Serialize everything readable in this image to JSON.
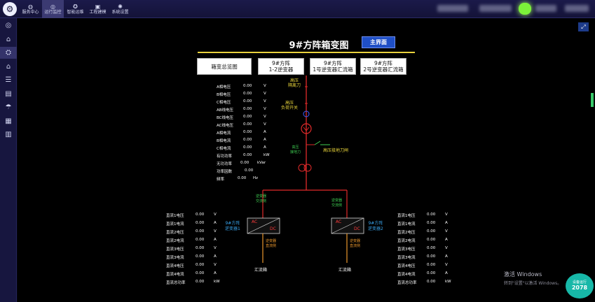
{
  "topbar": {
    "logo": "⚙",
    "nav": [
      {
        "label": "服务中心",
        "icon": "◍"
      },
      {
        "label": "运行监控",
        "icon": "◎"
      },
      {
        "label": "智能运维",
        "icon": "✪"
      },
      {
        "label": "工程建模",
        "icon": "▣"
      },
      {
        "label": "系统设置",
        "icon": "✺"
      }
    ],
    "active_index": 1,
    "status_color": "#7cf23a"
  },
  "sidebar": {
    "icons": [
      "◎",
      "⌂",
      "⛭",
      "⌂",
      "☰",
      "▤",
      "☂",
      "▦",
      "▥"
    ],
    "active_index": 2
  },
  "main": {
    "title": "9#方阵箱变图",
    "main_button": "主界面",
    "nav_buttons": [
      {
        "line1": "箱变总览图",
        "line2": ""
      },
      {
        "line1": "9#方阵",
        "line2": "1-2逆变器"
      },
      {
        "line1": "9#方阵",
        "line2": "1号逆变器汇流箱"
      },
      {
        "line1": "9#方阵",
        "line2": "2号逆变器汇流箱"
      }
    ],
    "expand_icon": "⤢"
  },
  "left_table": {
    "rows": [
      {
        "label": "A相电压",
        "value": "0.00",
        "unit": "V"
      },
      {
        "label": "B相电压",
        "value": "0.00",
        "unit": "V"
      },
      {
        "label": "C相电压",
        "value": "0.00",
        "unit": "V"
      },
      {
        "label": "AB线电压",
        "value": "0.00",
        "unit": "V"
      },
      {
        "label": "BC线电压",
        "value": "0.00",
        "unit": "V"
      },
      {
        "label": "AC线电压",
        "value": "0.00",
        "unit": "V"
      },
      {
        "label": "A相电流",
        "value": "0.00",
        "unit": "A"
      },
      {
        "label": "B相电流",
        "value": "0.00",
        "unit": "A"
      },
      {
        "label": "C相电流",
        "value": "0.00",
        "unit": "A"
      },
      {
        "label": "有功功率",
        "value": "0.00",
        "unit": "kW"
      },
      {
        "label": "无功功率",
        "value": "0.00",
        "unit": "kVar"
      },
      {
        "label": "功率因数",
        "value": "0.00",
        "unit": ""
      },
      {
        "label": "频率",
        "value": "0.00",
        "unit": "Hz"
      }
    ]
  },
  "dc_left": {
    "rows": [
      {
        "label": "直流1电压",
        "value": "0.00",
        "unit": "V"
      },
      {
        "label": "直流1电流",
        "value": "0.00",
        "unit": "A"
      },
      {
        "label": "直流2电压",
        "value": "0.00",
        "unit": "V"
      },
      {
        "label": "直流2电流",
        "value": "0.00",
        "unit": "A"
      },
      {
        "label": "直流3电压",
        "value": "0.00",
        "unit": "V"
      },
      {
        "label": "直流3电流",
        "value": "0.00",
        "unit": "A"
      },
      {
        "label": "直流4电压",
        "value": "0.00",
        "unit": "V"
      },
      {
        "label": "直流4电流",
        "value": "0.00",
        "unit": "A"
      },
      {
        "label": "直流总功率",
        "value": "0.00",
        "unit": "kW"
      }
    ]
  },
  "dc_right": {
    "rows": [
      {
        "label": "直流1电压",
        "value": "0.00",
        "unit": "V"
      },
      {
        "label": "直流1电流",
        "value": "0.00",
        "unit": "A"
      },
      {
        "label": "直流2电压",
        "value": "0.00",
        "unit": "V"
      },
      {
        "label": "直流2电流",
        "value": "0.00",
        "unit": "A"
      },
      {
        "label": "直流3电压",
        "value": "0.00",
        "unit": "V"
      },
      {
        "label": "直流3电流",
        "value": "0.00",
        "unit": "A"
      },
      {
        "label": "直流4电压",
        "value": "0.00",
        "unit": "V"
      },
      {
        "label": "直流4电流",
        "value": "0.00",
        "unit": "A"
      },
      {
        "label": "直流总功率",
        "value": "0.00",
        "unit": "kW"
      }
    ]
  },
  "diagram": {
    "hv_switch": {
      "l1": "高压",
      "l2": "隔离刀"
    },
    "load_switch": {
      "l1": "高压",
      "l2": "负荷开关"
    },
    "grounding_left": {
      "l1": "高压",
      "l2": "接地刀"
    },
    "grounding_right": "高压接地刀闸",
    "inverter_left": {
      "l1": "9#方阵",
      "l2": "逆变器1"
    },
    "inverter_right": {
      "l1": "9#方阵",
      "l2": "逆变器2"
    },
    "ac_switch": {
      "l1": "逆变器",
      "l2": "交流侧"
    },
    "dc_switch": {
      "l1": "逆变器",
      "l2": "直流侧"
    },
    "ac": "AC",
    "dc": "DC",
    "combiner": "汇流箱"
  },
  "windows": {
    "line1": "激活 Windows",
    "line2": "转到\"设置\"以激活 Windows。"
  },
  "badge": {
    "label": "设备运行",
    "number": "2078"
  }
}
